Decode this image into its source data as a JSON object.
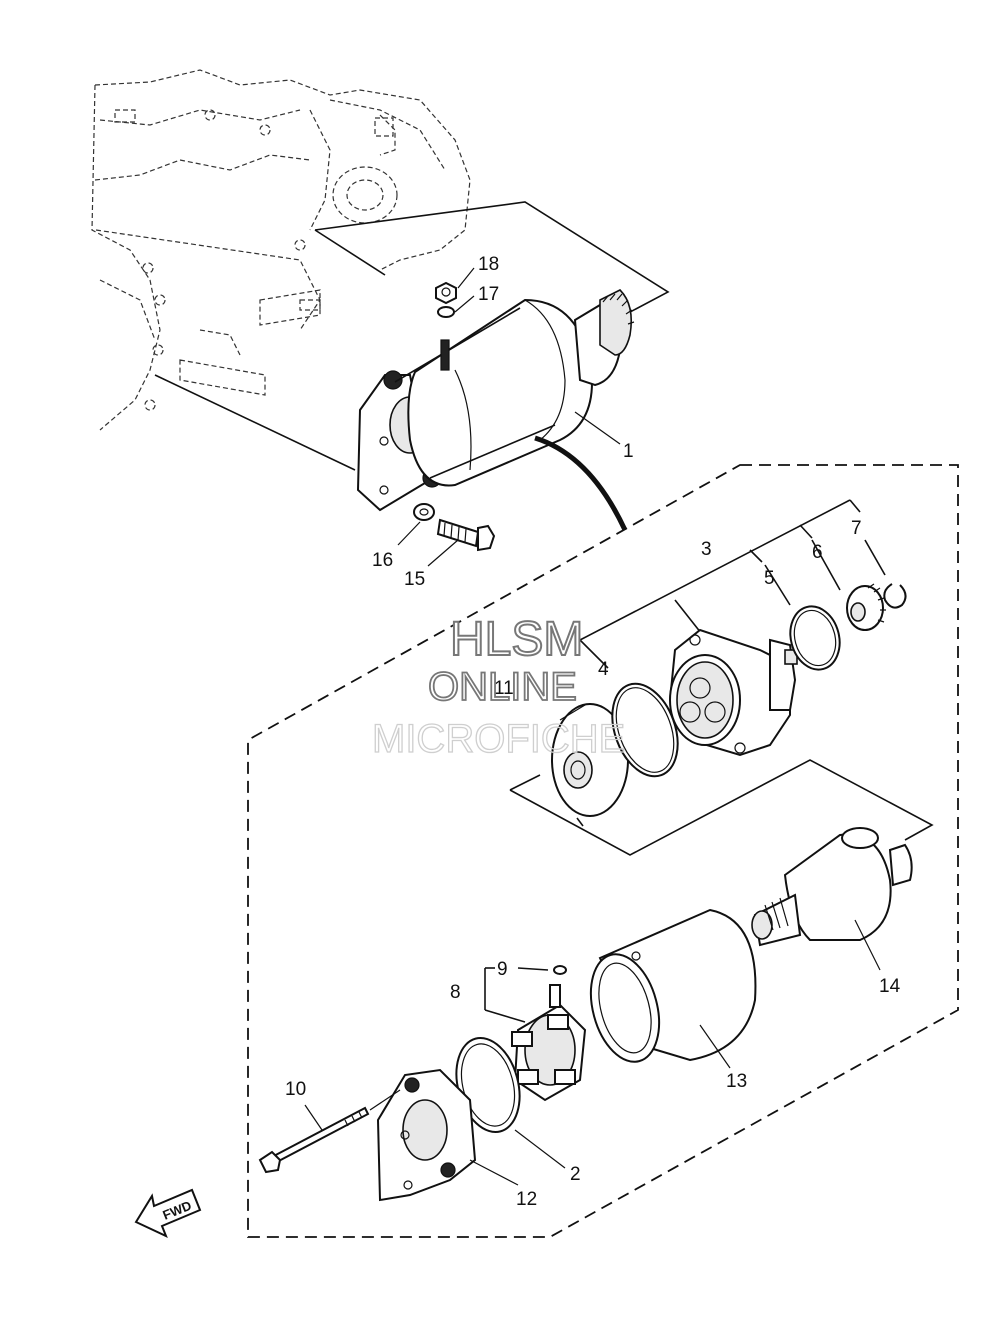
{
  "callouts": {
    "p1": "1",
    "p2": "2",
    "p3": "3",
    "p4": "4",
    "p5": "5",
    "p6": "6",
    "p7": "7",
    "p8": "8",
    "p9": "9",
    "p10": "10",
    "p11": "11",
    "p12": "12",
    "p13": "13",
    "p14": "14",
    "p15": "15",
    "p16": "16",
    "p17": "17",
    "p18": "18"
  },
  "watermark": {
    "line1": "HLSM",
    "line2": "ONLINE",
    "line3": "MICROFICHE"
  },
  "fwd_arrow": {
    "label": "FWD"
  },
  "icons": {
    "direction": "fwd-arrow-icon"
  }
}
